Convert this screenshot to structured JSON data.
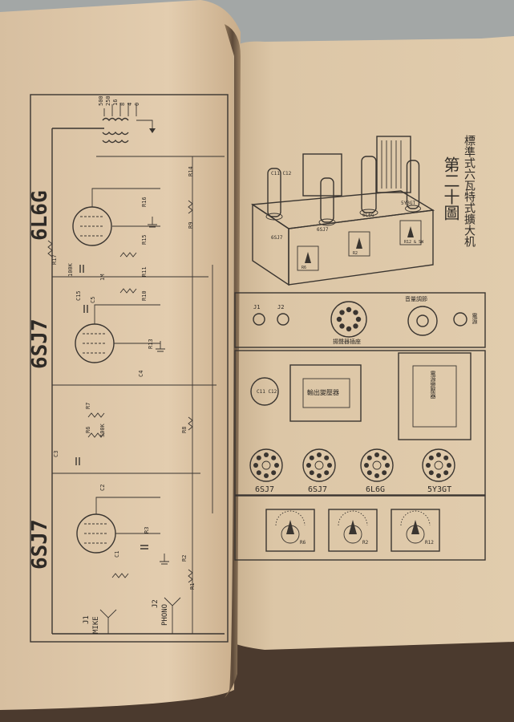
{
  "left_page": {
    "tube_labels": [
      "6L6G",
      "6SJ7",
      "6SJ7"
    ],
    "transformer_taps": [
      "500",
      "250",
      "16",
      "8",
      "4",
      "0"
    ],
    "component_labels": [
      "R17",
      "100K",
      "C15",
      "C5",
      "C4",
      "C3",
      "C2",
      "C1",
      "R13",
      "R8",
      "R7",
      "R6",
      "R3",
      "R2",
      "R1",
      "R11",
      "R10",
      "R9",
      "R16",
      "R15",
      "R14",
      "1M",
      "500K"
    ],
    "inputs": [
      {
        "id": "J1",
        "label": "MIKE"
      },
      {
        "id": "J2",
        "label": "PHONO"
      }
    ]
  },
  "right_page": {
    "title_cjk": "標準式六瓦特式擴大机",
    "figure_number": "第二十圖",
    "perspective_tubes": [
      "C11 C12",
      "6SJ7",
      "6SJ7",
      "6L6G",
      "5Y3GT"
    ],
    "perspective_knobs": [
      "R6",
      "R2",
      "R12 & SW"
    ],
    "panel_top": {
      "jacks": [
        "J1",
        "J2"
      ],
      "socket_label": "揚聲器插座",
      "control_label": "音量調節",
      "switch_label": "電源"
    },
    "panel_mid": {
      "cap_label": "C11 C12",
      "output_transformer": "輸出變壓器",
      "power_transformer": "電源變壓器"
    },
    "sockets": [
      "6SJ7",
      "6SJ7",
      "6L6G",
      "5Y3GT"
    ],
    "bottom_knobs": [
      "R6",
      "R2",
      "R12"
    ]
  }
}
